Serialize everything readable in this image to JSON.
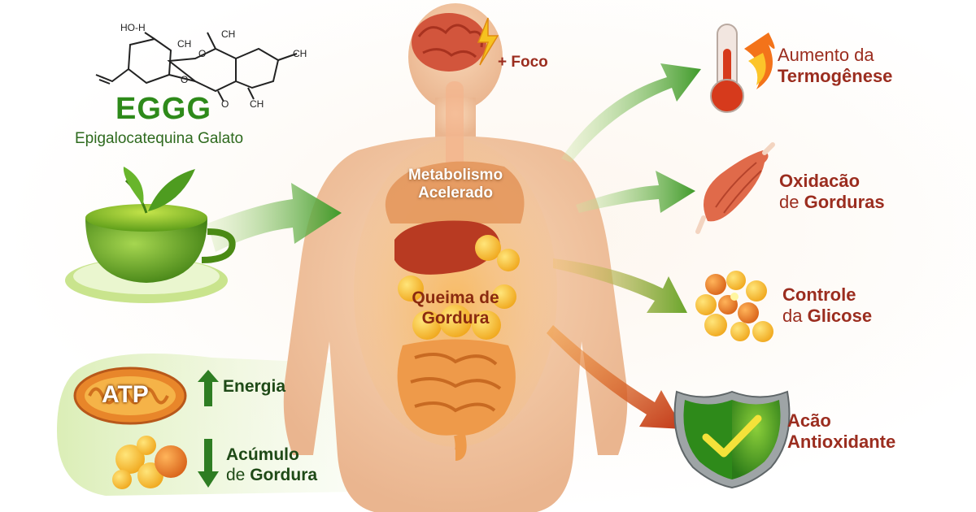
{
  "molecule": {
    "atoms": [
      "HO-H",
      "CH",
      "CH",
      "CH",
      "CH",
      "O",
      "O",
      "O"
    ],
    "abbreviation": "EGGG",
    "name": "Epigalocatequina Galato"
  },
  "center": {
    "focus": "+ Foco",
    "metabolism_line1": "Metabolismo",
    "metabolism_line2": "Acelerado",
    "fat_burn_line1": "Queima de",
    "fat_burn_line2": "Gordura"
  },
  "benefits": [
    {
      "line1": "Aumento da",
      "line2": "Termogênese",
      "icon": "thermometer-flame-icon"
    },
    {
      "line1_bold": "Oxidacão",
      "line2_normal": "de ",
      "line2_bold": "Gorduras",
      "icon": "muscle-icon"
    },
    {
      "line1_bold": "Controle",
      "line2_normal": "da ",
      "line2_bold": "Glicose",
      "icon": "glucose-molecules-icon"
    },
    {
      "line1_bold": "Acão",
      "line2_bold": "Antioxidante",
      "icon": "shield-check-icon"
    }
  ],
  "bottom_left": {
    "atp": "ATP",
    "energy": "Energia",
    "fat_line1": "Acúmulo",
    "fat_line2_normal": "de ",
    "fat_line2_bold": "Gordura"
  },
  "colors": {
    "green": "#2e7d22",
    "dark_red": "#9b2d1f",
    "orange": "#e8862a"
  }
}
